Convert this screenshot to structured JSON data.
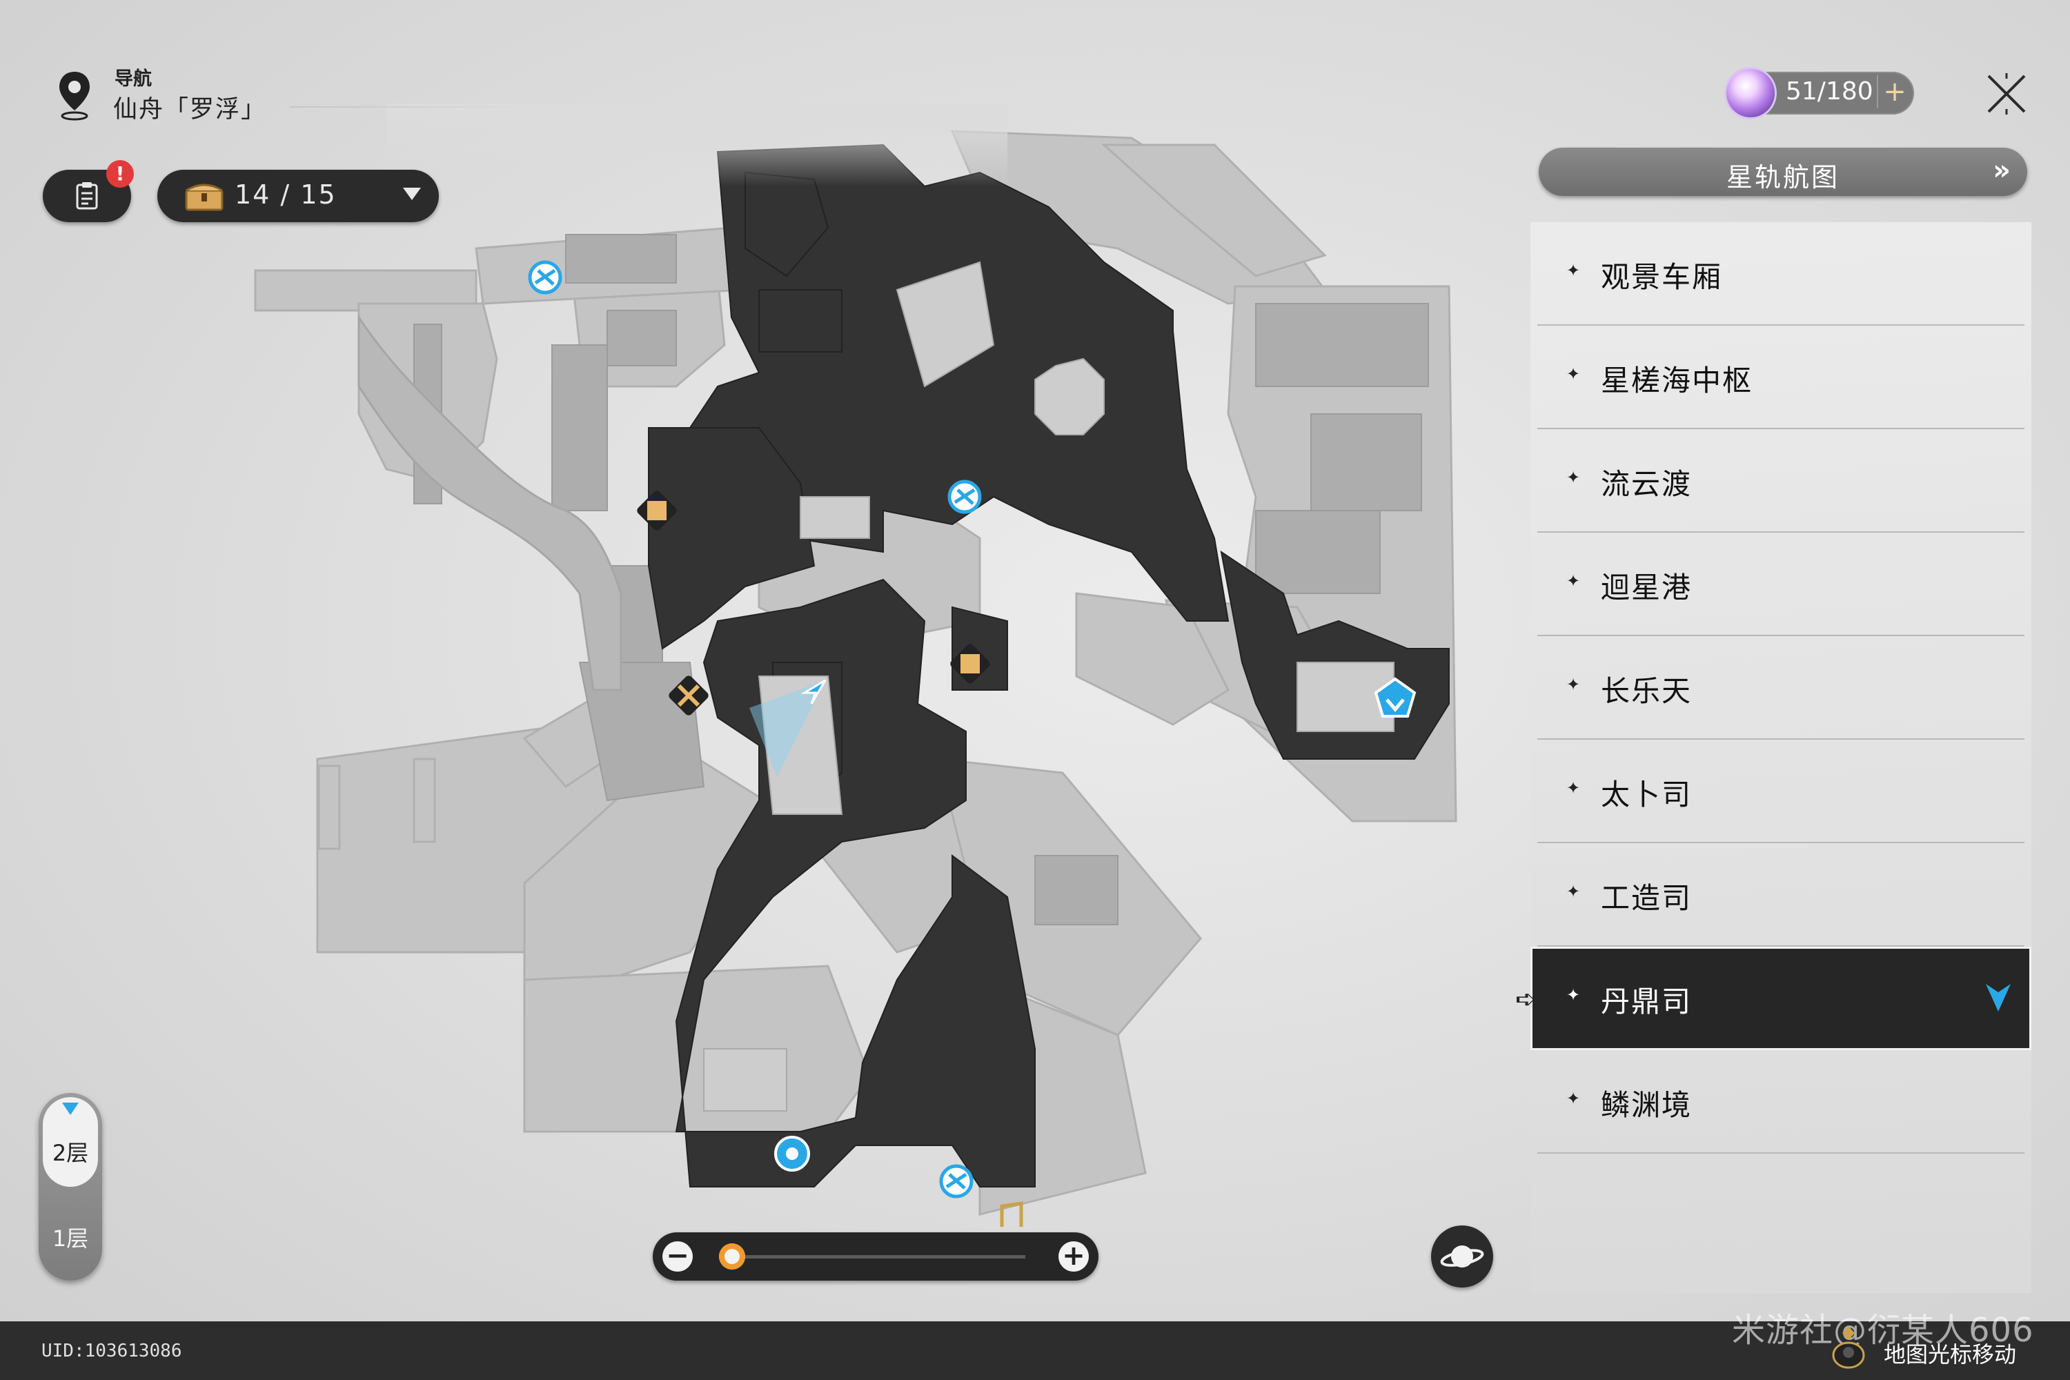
{
  "header": {
    "nav_caption": "导航",
    "location_name": "仙舟「罗浮」"
  },
  "toolbar": {
    "task_alert_badge": "!",
    "chest_count": "14 / 15"
  },
  "top_right": {
    "trailblaze_power": "51/180",
    "add_symbol": "+"
  },
  "star_rail_map_button": "星轨航图",
  "area_list": [
    {
      "label": "观景车厢"
    },
    {
      "label": "星槎海中枢"
    },
    {
      "label": "流云渡"
    },
    {
      "label": "迴星港"
    },
    {
      "label": "长乐天"
    },
    {
      "label": "太卜司"
    },
    {
      "label": "工造司"
    },
    {
      "label": "丹鼎司",
      "active": true
    },
    {
      "label": "鳞渊境"
    }
  ],
  "floor_switcher": {
    "floors": [
      "2层",
      "1层"
    ],
    "current": "2层"
  },
  "zoom": {
    "minus": "−",
    "plus": "+",
    "level": 0.0
  },
  "footer": {
    "uid": "UID:103613086",
    "watermark": "米游社@衍某人606",
    "cursor_hint": "地图光标移动"
  },
  "colors": {
    "accent_blue": "#2aa7e6",
    "zoom_knob": "#f29a2e",
    "alert_red": "#e23b3b",
    "map_walkable": "#333333",
    "panel_dark": "#262626"
  },
  "map_icons": [
    "space-anchor-icon",
    "space-anchor-icon",
    "space-anchor-icon",
    "puzzle-icon",
    "puzzle-icon",
    "crossed-swords-icon",
    "calyx-icon",
    "vendor-icon",
    "door-icon",
    "player-arrow-icon"
  ]
}
